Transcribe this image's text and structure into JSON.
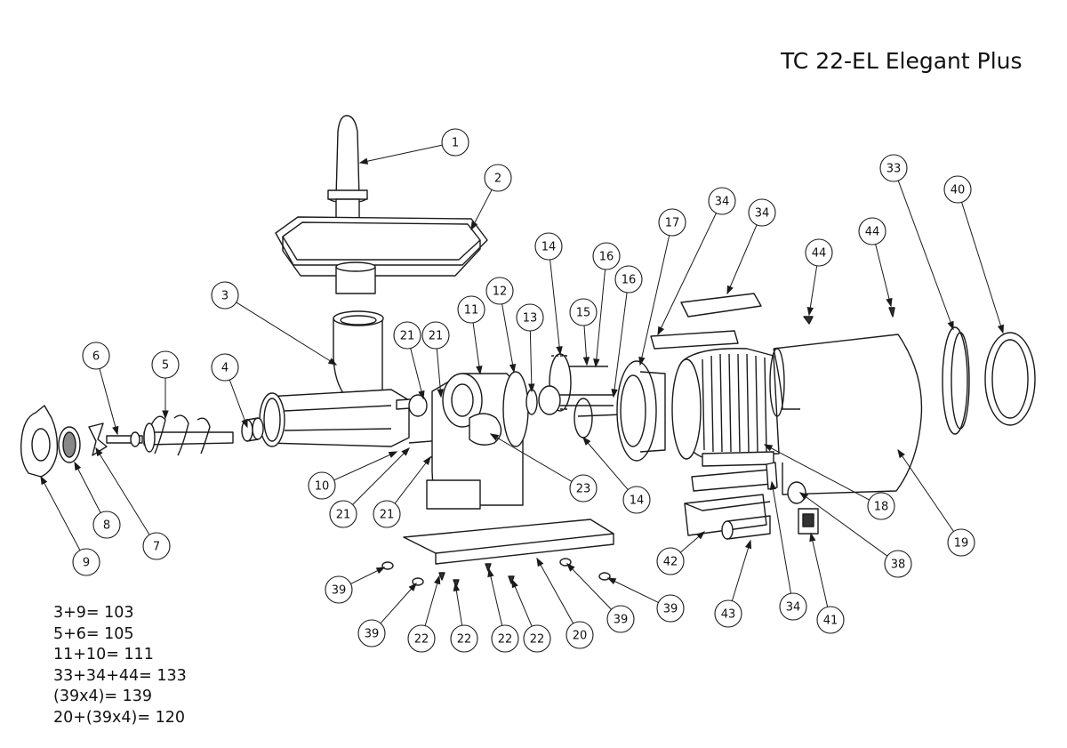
{
  "title": "TC 22-EL Elegant Plus",
  "callouts": [
    {
      "n": "1"
    },
    {
      "n": "2"
    },
    {
      "n": "3"
    },
    {
      "n": "4"
    },
    {
      "n": "5"
    },
    {
      "n": "6"
    },
    {
      "n": "7"
    },
    {
      "n": "8"
    },
    {
      "n": "9"
    },
    {
      "n": "10"
    },
    {
      "n": "11"
    },
    {
      "n": "12"
    },
    {
      "n": "13"
    },
    {
      "n": "14"
    },
    {
      "n": "14"
    },
    {
      "n": "15"
    },
    {
      "n": "16"
    },
    {
      "n": "16"
    },
    {
      "n": "17"
    },
    {
      "n": "18"
    },
    {
      "n": "19"
    },
    {
      "n": "20"
    },
    {
      "n": "21"
    },
    {
      "n": "21"
    },
    {
      "n": "21"
    },
    {
      "n": "21"
    },
    {
      "n": "22"
    },
    {
      "n": "22"
    },
    {
      "n": "22"
    },
    {
      "n": "22"
    },
    {
      "n": "23"
    },
    {
      "n": "33"
    },
    {
      "n": "34"
    },
    {
      "n": "34"
    },
    {
      "n": "34"
    },
    {
      "n": "38"
    },
    {
      "n": "39"
    },
    {
      "n": "39"
    },
    {
      "n": "39"
    },
    {
      "n": "39"
    },
    {
      "n": "40"
    },
    {
      "n": "41"
    },
    {
      "n": "42"
    },
    {
      "n": "43"
    },
    {
      "n": "44"
    },
    {
      "n": "44"
    }
  ],
  "combinations": [
    "3+9= 103",
    "5+6= 105",
    "11+10= 111",
    "33+34+44= 133",
    "(39x4)= 139",
    "20+(39x4)= 120"
  ],
  "colors": {
    "line": "#1a1a1a",
    "background": "#ffffff",
    "shade": "#555555"
  }
}
